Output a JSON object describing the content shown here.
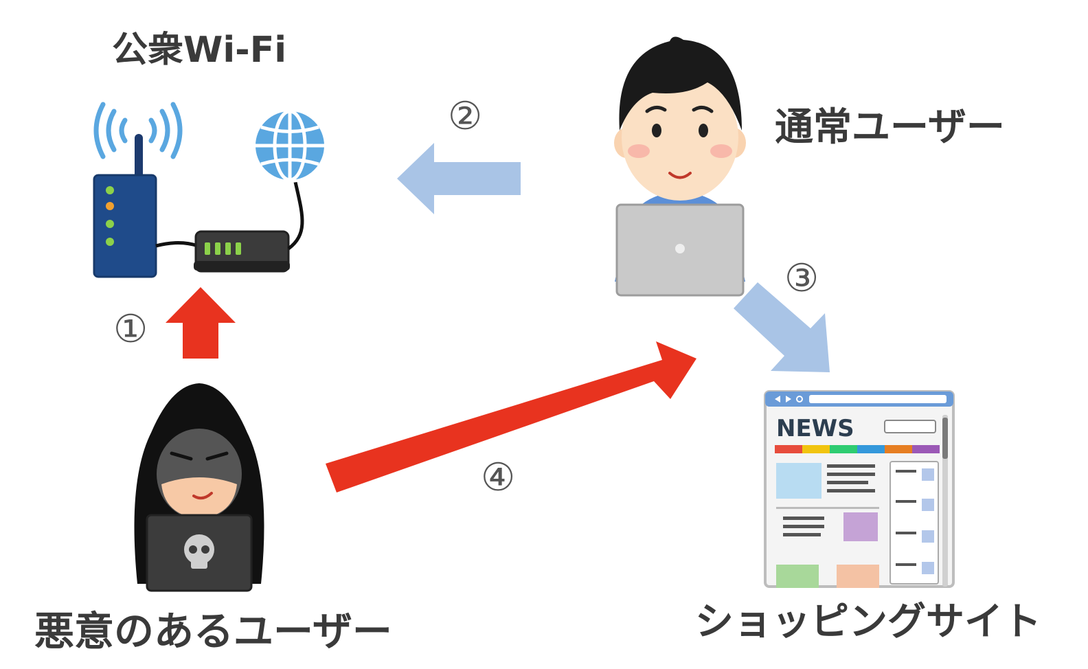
{
  "labels": {
    "wifi": "公衆Wi-Fi",
    "normal_user": "通常ユーザー",
    "malicious_user": "悪意のあるユーザー",
    "shopping_site": "ショッピングサイト"
  },
  "steps": {
    "s1": "①",
    "s2": "②",
    "s3": "③",
    "s4": "④"
  },
  "news_page": {
    "masthead": "NEWS"
  },
  "colors": {
    "attack_arrow": "#e8331f",
    "normal_arrow": "#a9c4e6",
    "text": "#3a3a3a"
  }
}
